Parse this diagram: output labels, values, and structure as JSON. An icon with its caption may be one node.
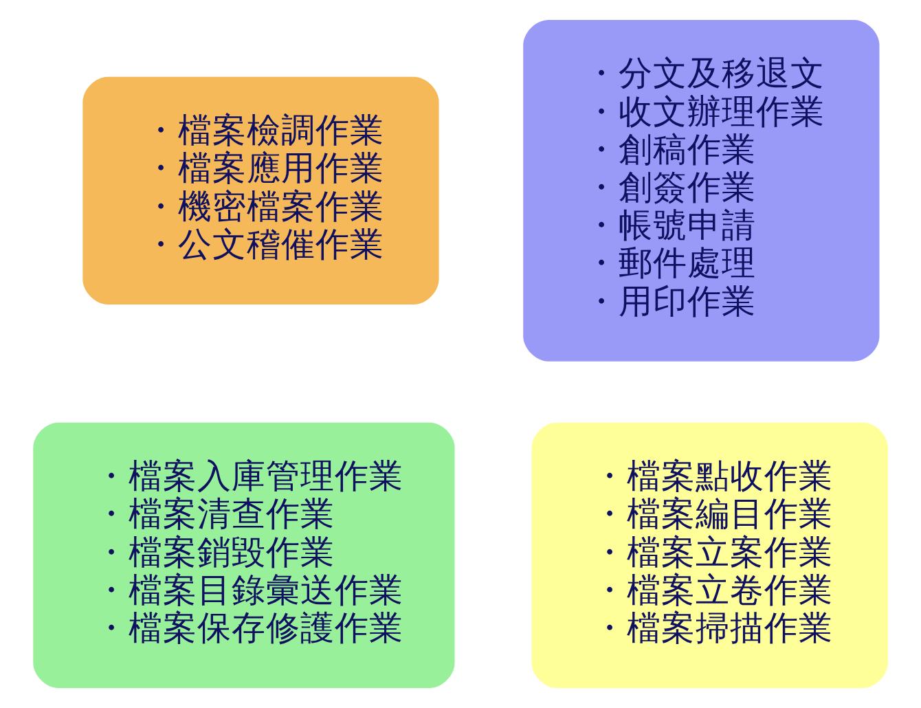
{
  "diagram": {
    "nodes": [
      {
        "text": [
          "・檔案檢調作業",
          "・檔案應用作業",
          "・機密檔案作業",
          "・公文稽催作業"
        ]
      },
      {
        "text": [
          "・分文及移退文",
          "・收文辦理作業",
          "・創稿作業",
          "・創簽作業",
          "・帳號申請",
          "・郵件處理",
          "・用印作業"
        ]
      },
      {
        "text": [
          "・檔案入庫管理作業",
          "・檔案清查作業",
          "・檔案銷毀作業",
          "・檔案目錄彙送作業",
          "・檔案保存修護作業"
        ]
      },
      {
        "text": [
          "・檔案點收作業",
          "・檔案編目作業",
          "・檔案立案作業",
          "・檔案立卷作業",
          "・檔案掃描作業"
        ]
      }
    ]
  }
}
